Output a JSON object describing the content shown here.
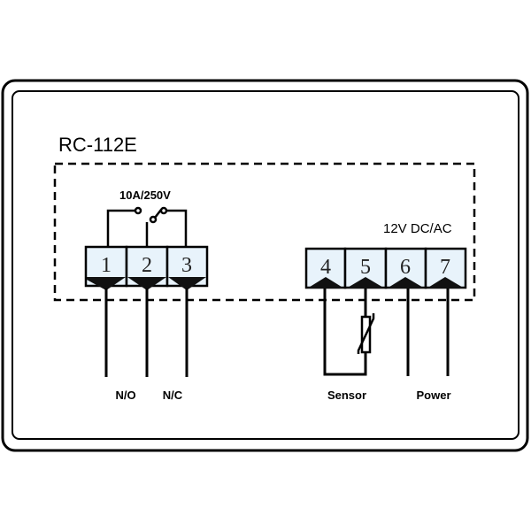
{
  "diagram": {
    "model": "RC-112E",
    "relay_rating": "10A/250V",
    "power_supply": "12V DC/AC",
    "relay_terminals": [
      {
        "number": "1"
      },
      {
        "number": "2"
      },
      {
        "number": "3"
      }
    ],
    "input_terminals": [
      {
        "number": "4"
      },
      {
        "number": "5"
      },
      {
        "number": "6"
      },
      {
        "number": "7"
      }
    ],
    "labels": {
      "no": "N/O",
      "nc": "N/C",
      "sensor": "Sensor",
      "power": "Power"
    },
    "colors": {
      "line": "#000000",
      "terminal_fill": "#e8f3fb",
      "background": "#ffffff"
    }
  }
}
